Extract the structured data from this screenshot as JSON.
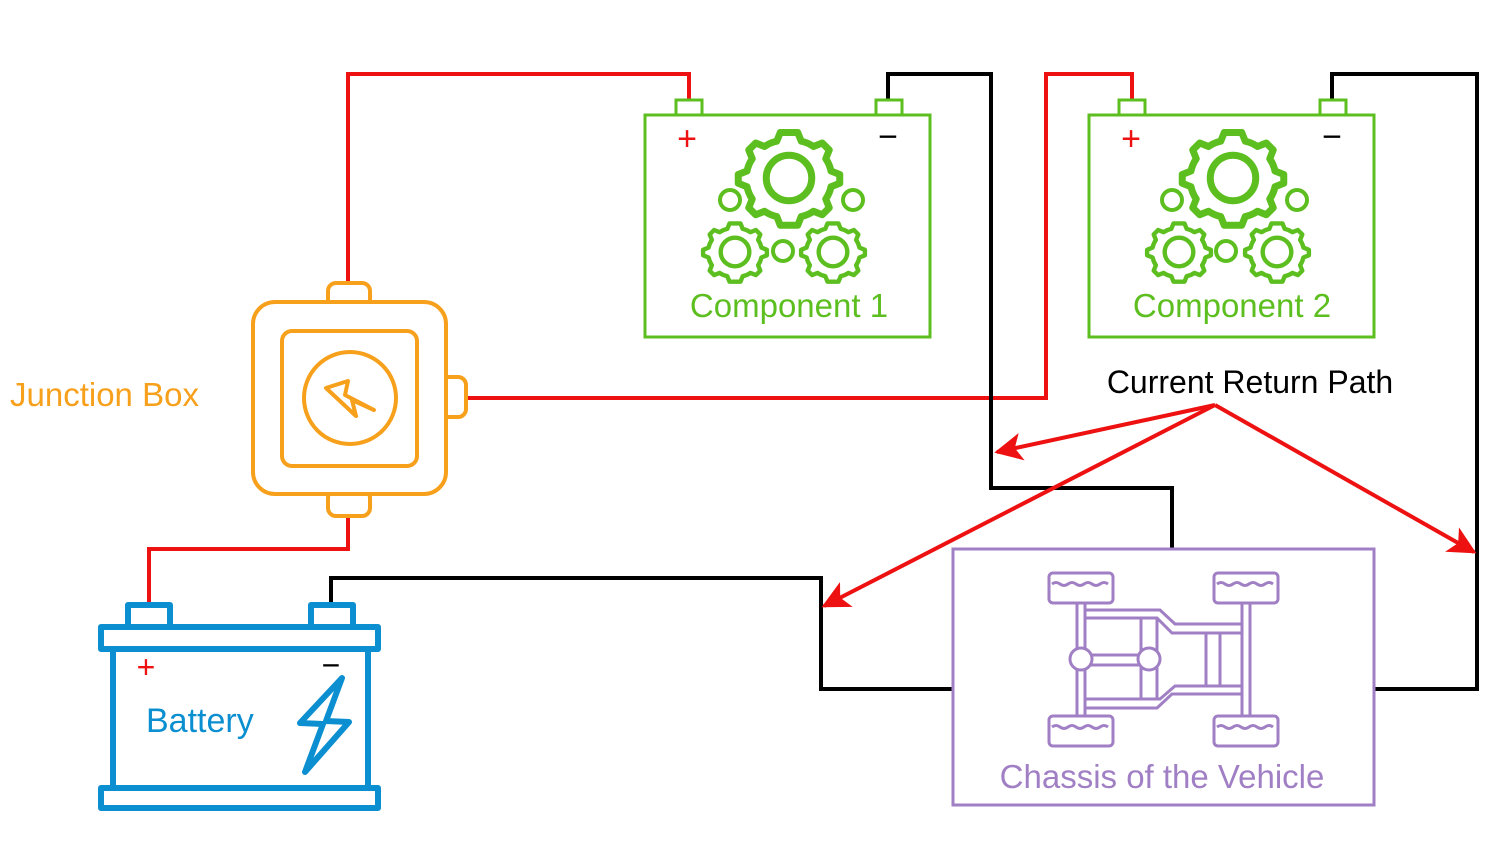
{
  "title": "Vehicle chassis ground current return diagram",
  "colors": {
    "positive_wire": "#ee1111",
    "negative_wire": "#000000",
    "arrow": "#ee1111",
    "component": "#5cbf1f",
    "junction_box": "#f7a01c",
    "battery": "#0b8fd0",
    "chassis": "#a07fc4",
    "annotation_text": "#000000"
  },
  "nodes": {
    "component1": {
      "label": "Component 1",
      "plus": "+",
      "minus": "−",
      "icon": "gears-icon"
    },
    "component2": {
      "label": "Component 2",
      "plus": "+",
      "minus": "−",
      "icon": "gears-icon"
    },
    "junction_box": {
      "label": "Junction Box",
      "icon": "lightning-circle-icon"
    },
    "battery": {
      "label": "Battery",
      "plus": "+",
      "minus": "−",
      "icon": "lightning-bolt-icon"
    },
    "chassis": {
      "label": "Chassis of the Vehicle",
      "icon": "vehicle-chassis-icon"
    }
  },
  "annotation": {
    "label": "Current Return Path",
    "arrow_count": 3
  },
  "connections": [
    {
      "from": "junction_box",
      "to": "component1",
      "polarity": "positive"
    },
    {
      "from": "junction_box",
      "to": "component2",
      "polarity": "positive"
    },
    {
      "from": "battery",
      "to": "junction_box",
      "polarity": "positive"
    },
    {
      "from": "component1",
      "to": "chassis",
      "polarity": "negative"
    },
    {
      "from": "component2",
      "to": "chassis",
      "polarity": "negative"
    },
    {
      "from": "battery",
      "to": "chassis",
      "polarity": "negative"
    }
  ]
}
